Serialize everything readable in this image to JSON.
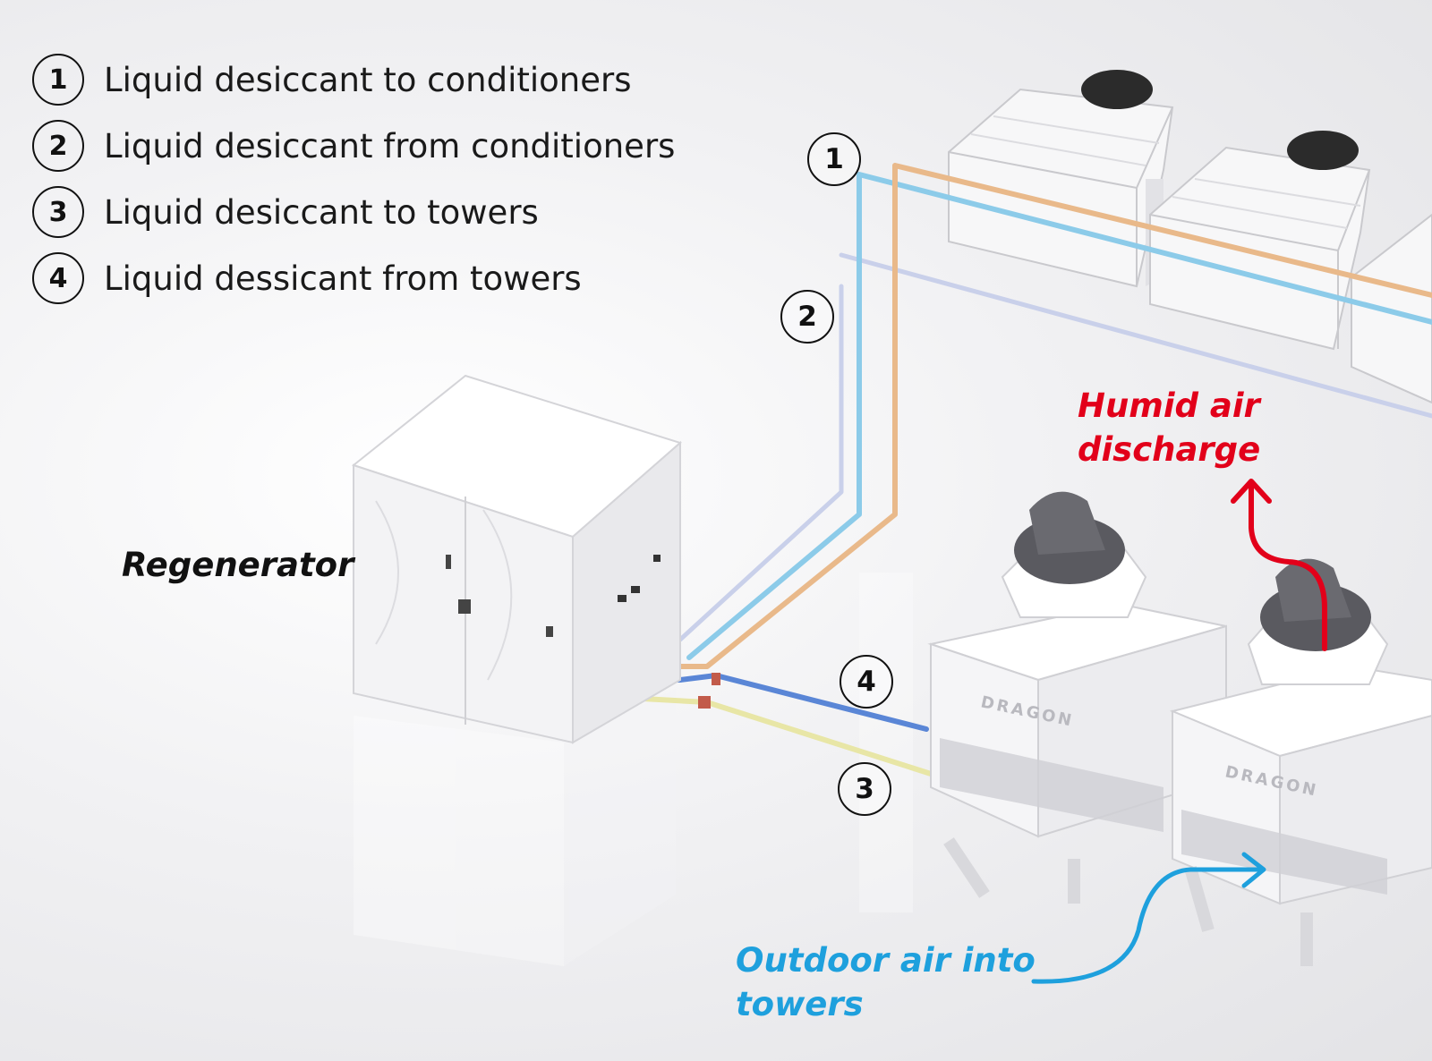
{
  "legend": [
    {
      "num": "1",
      "label": "Liquid desiccant to conditioners"
    },
    {
      "num": "2",
      "label": "Liquid desiccant from conditioners"
    },
    {
      "num": "3",
      "label": "Liquid desiccant to towers"
    },
    {
      "num": "4",
      "label": "Liquid dessicant from towers"
    }
  ],
  "callouts": {
    "c1": "1",
    "c2": "2",
    "c3": "3",
    "c4": "4"
  },
  "captions": {
    "regenerator": "Regenerator",
    "humid_line1": "Humid air",
    "humid_line2": "discharge",
    "outdoor_line1": "Outdoor air into",
    "outdoor_line2": "towers"
  },
  "tower_brand": "DRAGON",
  "colors": {
    "pipe_to_conditioners": "#8ccbe9",
    "pipe_from_conditioners": "#c9d0ea",
    "pipe_to_towers": "#e8e6a6",
    "pipe_from_towers": "#5a86d6",
    "pipe_orange": "#e9b98a",
    "humid_air": "#e2001a",
    "outdoor_air": "#1ea0dd"
  }
}
